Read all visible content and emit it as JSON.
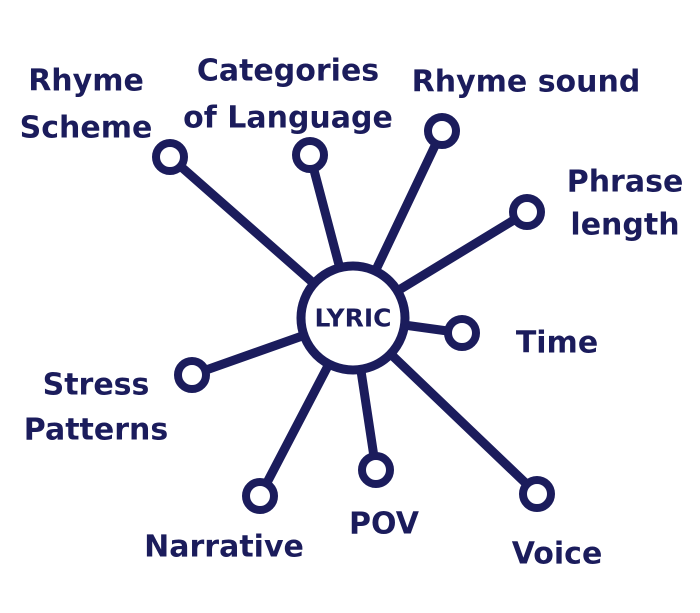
{
  "center": {
    "label": "LYRIC"
  },
  "branches": [
    {
      "id": "rhyme-scheme",
      "lines": [
        "Rhyme",
        "Scheme"
      ]
    },
    {
      "id": "categories-of-language",
      "lines": [
        "Categories",
        "of Language"
      ]
    },
    {
      "id": "rhyme-sound",
      "lines": [
        "Rhyme sound"
      ]
    },
    {
      "id": "phrase-length",
      "lines": [
        "Phrase",
        "length"
      ]
    },
    {
      "id": "time",
      "lines": [
        "Time"
      ]
    },
    {
      "id": "voice",
      "lines": [
        "Voice"
      ]
    },
    {
      "id": "pov",
      "lines": [
        "POV"
      ]
    },
    {
      "id": "narrative",
      "lines": [
        "Narrative"
      ]
    },
    {
      "id": "stress-patterns",
      "lines": [
        "Stress",
        "Patterns"
      ]
    }
  ],
  "colors": {
    "ink": "#1b1c5c",
    "background": "#ffffff"
  }
}
